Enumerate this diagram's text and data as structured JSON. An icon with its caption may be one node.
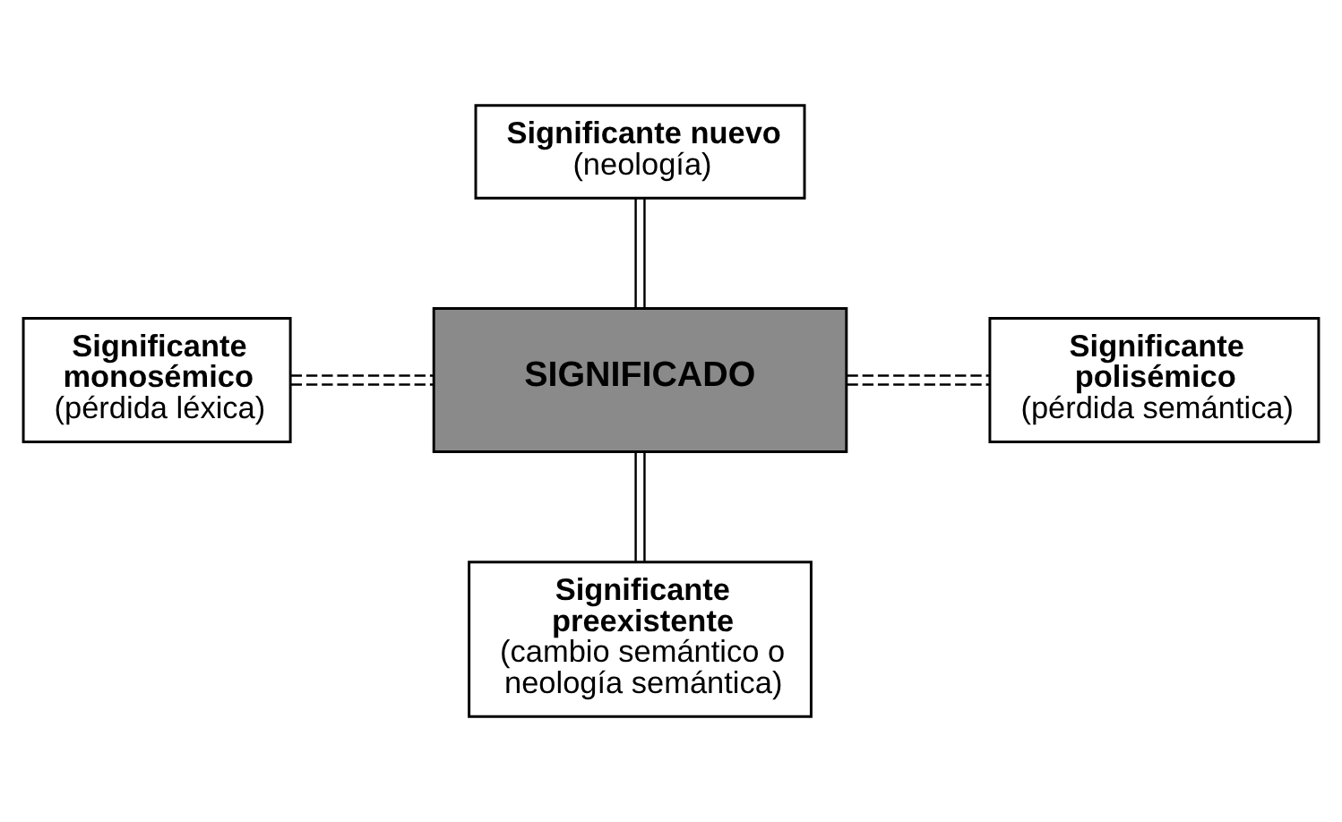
{
  "diagram": {
    "nodes": [
      {
        "text": [
          "Significante nuevo",
          "(neología)"
        ]
      },
      {
        "text": [
          "Significante monosémico",
          "(pérdida léxica)"
        ]
      },
      {
        "text": [
          "SIGNIFICADO"
        ]
      },
      {
        "text": [
          "Significante polisémico",
          "(pérdida semántica)"
        ]
      },
      {
        "text": [
          "Significante preexistente",
          "(cambio semántico o neología semántica)"
        ]
      }
    ],
    "edges": [
      {
        "from": 0,
        "to": 2,
        "arrow": "none"
      },
      {
        "from": 1,
        "to": 2,
        "arrow": "none",
        "style": "dashed"
      },
      {
        "from": 2,
        "to": 3,
        "arrow": "none",
        "style": "dashed"
      },
      {
        "from": 2,
        "to": 4,
        "arrow": "none"
      }
    ]
  }
}
